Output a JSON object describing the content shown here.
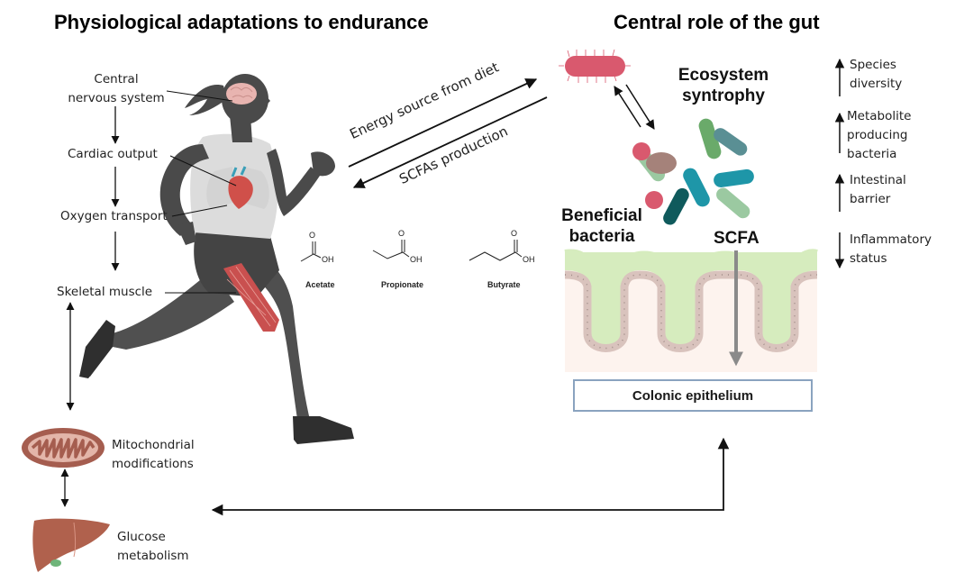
{
  "left_panel": {
    "title": "Physiological adaptations to endurance",
    "cascade": [
      {
        "id": "cns",
        "label_line1": "Central",
        "label_line2": "nervous system",
        "organ_icon": "brain-icon"
      },
      {
        "id": "cardiac",
        "label": "Cardiac output",
        "organ_icon": "heart-icon"
      },
      {
        "id": "oxygen",
        "label": "Oxygen transport",
        "organ_icon": "lungs-icon"
      },
      {
        "id": "muscle",
        "label": "Skeletal muscle",
        "organ_icon": "thigh-muscle-icon"
      }
    ],
    "mitochondria": {
      "label_line1": "Mitochondrial",
      "label_line2": "modifications",
      "icon": "mitochondrion-icon"
    },
    "glucose": {
      "label_line1": "Glucose",
      "label_line2": "metabolism",
      "icon": "liver-icon"
    },
    "runner_icon": "runner-silhouette-icon"
  },
  "exchange": {
    "to_gut_label": "Energy source from diet",
    "to_host_label": "SCFAs production"
  },
  "scfa_molecules": [
    {
      "name": "Acetate",
      "group_label": "OH",
      "carbonyl_label": "O"
    },
    {
      "name": "Propionate",
      "group_label": "OH",
      "carbonyl_label": "O"
    },
    {
      "name": "Butyrate",
      "group_label": "OH",
      "carbonyl_label": "O"
    }
  ],
  "right_panel": {
    "title": "Central role of the gut",
    "ecosystem_label_line1": "Ecosystem",
    "ecosystem_label_line2": "syntrophy",
    "beneficial_label_line1": "Beneficial",
    "beneficial_label_line2": "bacteria",
    "scfa_label": "SCFA",
    "colonic_label": "Colonic epithelium",
    "effects": [
      {
        "direction": "up",
        "line1": "Species",
        "line2": "diversity",
        "line3": ""
      },
      {
        "direction": "up",
        "line1": "Metabolite",
        "line2": "producing",
        "line3": "bacteria"
      },
      {
        "direction": "up",
        "line1": "Intestinal",
        "line2": "barrier",
        "line3": ""
      },
      {
        "direction": "down",
        "line1": "Inflammatory",
        "line2": "status",
        "line3": ""
      }
    ]
  },
  "colors": {
    "runner": "#4a4a4a",
    "shirt": "#dcdcdc",
    "pathogen": "#d9596e",
    "muscle": "#c9504f",
    "mitochondrion": "#a55d4f",
    "liver": "#b0614d",
    "villi_green": "#d6ecbe",
    "epithelium_border": "#8aa3bf",
    "scfa_arrow": "#8a8a8a"
  }
}
